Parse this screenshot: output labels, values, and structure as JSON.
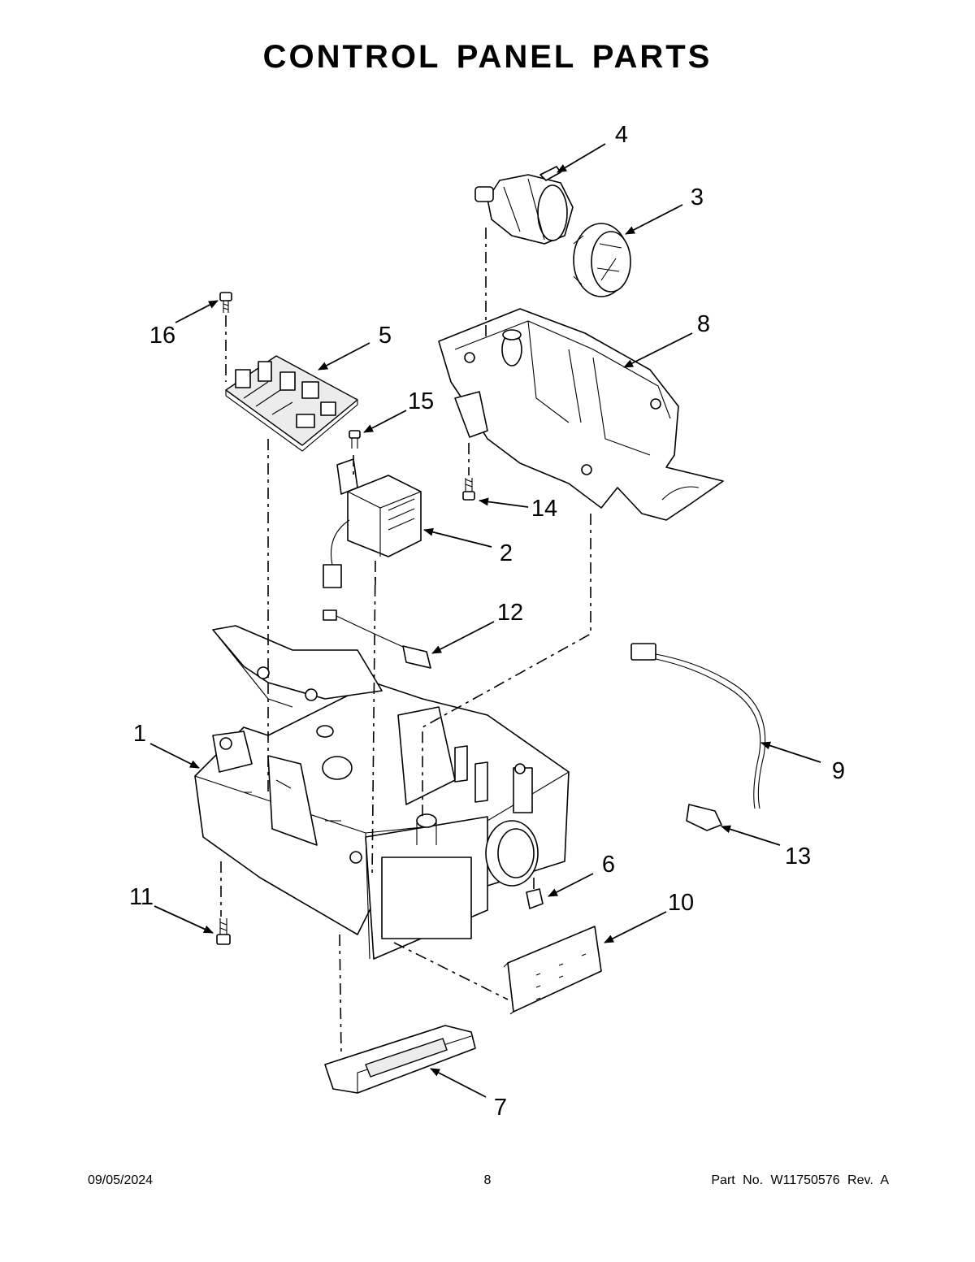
{
  "title": "CONTROL PANEL PARTS",
  "callouts": [
    {
      "id": "c1",
      "label": "1"
    },
    {
      "id": "c2",
      "label": "2"
    },
    {
      "id": "c3",
      "label": "3"
    },
    {
      "id": "c4",
      "label": "4"
    },
    {
      "id": "c5",
      "label": "5"
    },
    {
      "id": "c6",
      "label": "6"
    },
    {
      "id": "c7",
      "label": "7"
    },
    {
      "id": "c8",
      "label": "8"
    },
    {
      "id": "c9",
      "label": "9"
    },
    {
      "id": "c10",
      "label": "10"
    },
    {
      "id": "c11",
      "label": "11"
    },
    {
      "id": "c12",
      "label": "12"
    },
    {
      "id": "c13",
      "label": "13"
    },
    {
      "id": "c14",
      "label": "14"
    },
    {
      "id": "c15",
      "label": "15"
    },
    {
      "id": "c16",
      "label": "16"
    }
  ],
  "footer": {
    "date": "09/05/2024",
    "page": "8",
    "part_no": "Part No.  W11750576  Rev.  A"
  }
}
